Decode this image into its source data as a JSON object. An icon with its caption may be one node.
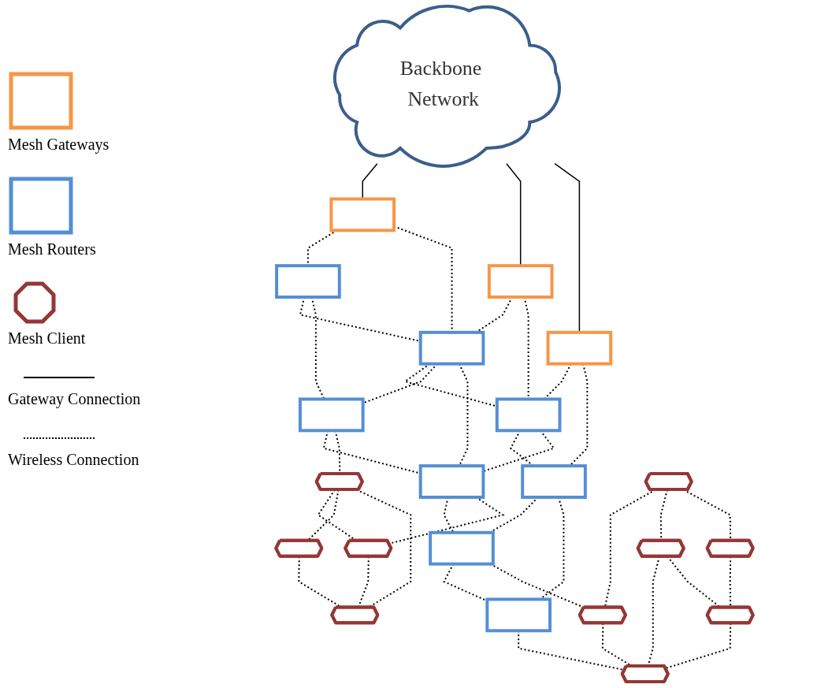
{
  "diagram": {
    "nodes": [
      {
        "text": [
          "Backbone Network"
        ]
      },
      {
        "text": [],
        "shape": "box"
      },
      {
        "text": [],
        "shape": "box"
      },
      {
        "text": [],
        "shape": "box"
      },
      {
        "text": [],
        "shape": "box"
      },
      {
        "text": [],
        "shape": "box"
      },
      {
        "text": [],
        "shape": "box"
      },
      {
        "text": [],
        "shape": "box"
      },
      {
        "text": [],
        "shape": "box"
      },
      {
        "text": [],
        "shape": "box"
      },
      {
        "text": [],
        "shape": "box"
      },
      {
        "text": [],
        "shape": "box"
      },
      {
        "text": [],
        "shape": "octagon"
      },
      {
        "text": [],
        "shape": "octagon"
      },
      {
        "text": [],
        "shape": "octagon"
      },
      {
        "text": [],
        "shape": "octagon"
      },
      {
        "text": [],
        "shape": "octagon"
      },
      {
        "text": [],
        "shape": "octagon"
      },
      {
        "text": [],
        "shape": "octagon"
      },
      {
        "text": [],
        "shape": "octagon"
      },
      {
        "text": [],
        "shape": "octagon"
      },
      {
        "text": [],
        "shape": "octagon"
      }
    ],
    "edges": [
      {
        "from": 0,
        "to": 1,
        "arrow": "none"
      },
      {
        "from": 0,
        "to": 2,
        "arrow": "none"
      },
      {
        "from": 0,
        "to": 3,
        "arrow": "none"
      },
      {
        "from": 1,
        "to": 4,
        "arrow": "none",
        "style": "dashed"
      },
      {
        "from": 1,
        "to": 5,
        "arrow": "none",
        "style": "dashed"
      },
      {
        "from": 2,
        "to": 5,
        "arrow": "none",
        "style": "dashed"
      },
      {
        "from": 2,
        "to": 6,
        "arrow": "none",
        "style": "dashed"
      },
      {
        "from": 3,
        "to": 6,
        "arrow": "none",
        "style": "dashed"
      },
      {
        "from": 3,
        "to": 7,
        "arrow": "none",
        "style": "dashed"
      },
      {
        "from": 4,
        "to": 5,
        "arrow": "none",
        "style": "dashed"
      },
      {
        "from": 5,
        "to": 6,
        "arrow": "none",
        "style": "dashed"
      },
      {
        "from": 6,
        "to": 7,
        "arrow": "none",
        "style": "dashed"
      },
      {
        "from": 4,
        "to": 8,
        "arrow": "none",
        "style": "dashed"
      },
      {
        "from": 5,
        "to": 8,
        "arrow": "none",
        "style": "dashed"
      },
      {
        "from": 5,
        "to": 9,
        "arrow": "none",
        "style": "dashed"
      },
      {
        "from": 6,
        "to": 9,
        "arrow": "none",
        "style": "dashed"
      },
      {
        "from": 7,
        "to": 10,
        "arrow": "none",
        "style": "dashed"
      },
      {
        "from": 7,
        "to": 11,
        "arrow": "none",
        "style": "dashed"
      },
      {
        "from": 8,
        "to": 9,
        "arrow": "none",
        "style": "dashed"
      },
      {
        "from": 9,
        "to": 10,
        "arrow": "none",
        "style": "dashed"
      },
      {
        "from": 10,
        "to": 11,
        "arrow": "none",
        "style": "dashed"
      },
      {
        "from": 8,
        "to": 13,
        "arrow": "none",
        "style": "dashed"
      },
      {
        "from": 9,
        "to": 12,
        "arrow": "none",
        "style": "dashed"
      },
      {
        "from": 13,
        "to": 12,
        "arrow": "none",
        "style": "dashed"
      },
      {
        "from": 13,
        "to": 15,
        "arrow": "none",
        "style": "dashed"
      },
      {
        "from": 13,
        "to": 14,
        "arrow": "none",
        "style": "dashed"
      },
      {
        "from": 12,
        "to": 14,
        "arrow": "none",
        "style": "dashed"
      },
      {
        "from": 15,
        "to": 14,
        "arrow": "none",
        "style": "dashed"
      },
      {
        "from": 10,
        "to": 16,
        "arrow": "none",
        "style": "dashed"
      },
      {
        "from": 11,
        "to": 20,
        "arrow": "none",
        "style": "dashed"
      },
      {
        "from": 17,
        "to": 16,
        "arrow": "none",
        "style": "dashed"
      },
      {
        "from": 17,
        "to": 18,
        "arrow": "none",
        "style": "dashed"
      },
      {
        "from": 17,
        "to": 19,
        "arrow": "none",
        "style": "dashed"
      },
      {
        "from": 16,
        "to": 20,
        "arrow": "none",
        "style": "dashed"
      },
      {
        "from": 18,
        "to": 20,
        "arrow": "none",
        "style": "dashed"
      },
      {
        "from": 18,
        "to": 21,
        "arrow": "none",
        "style": "dashed"
      },
      {
        "from": 19,
        "to": 21,
        "arrow": "none",
        "style": "dashed"
      },
      {
        "from": 21,
        "to": 20,
        "arrow": "none",
        "style": "dashed"
      }
    ],
    "legend": [
      {
        "text": "Mesh Gateways"
      },
      {
        "text": "Mesh Routers"
      },
      {
        "text": "Mesh Client"
      },
      {
        "text": "Gateway Connection"
      },
      {
        "text": "Wireless Connection"
      }
    ]
  }
}
